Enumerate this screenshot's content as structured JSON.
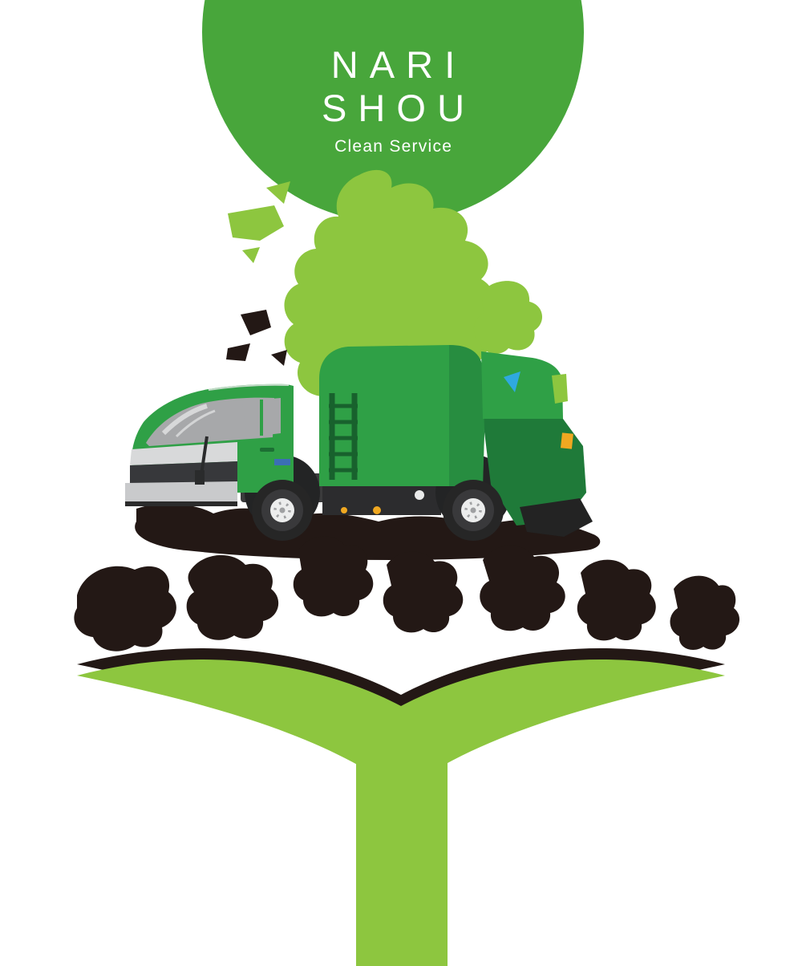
{
  "logo": {
    "line1": "NARI",
    "line2": "SHOU",
    "subtitle": "Clean Service"
  },
  "colors": {
    "brand_green": "#48A63B",
    "light_green": "#8DC63F",
    "truck_green": "#2FA046",
    "truck_green_dark": "#1F7A39",
    "ink": "#231815",
    "window_gray": "#A7A8AA",
    "bumper_gray": "#C9CACC",
    "accent_yellow": "#F0A821",
    "accent_blue": "#2FA9E0",
    "white": "#FFFFFF",
    "background": "#FFFFFF"
  },
  "scene": {
    "elements": [
      {
        "name": "logo-circle"
      },
      {
        "name": "paint-splash"
      },
      {
        "name": "garbage-truck-illustration"
      },
      {
        "name": "ink-brush-silhouettes"
      },
      {
        "name": "green-swoosh"
      },
      {
        "name": "green-stem"
      }
    ]
  }
}
